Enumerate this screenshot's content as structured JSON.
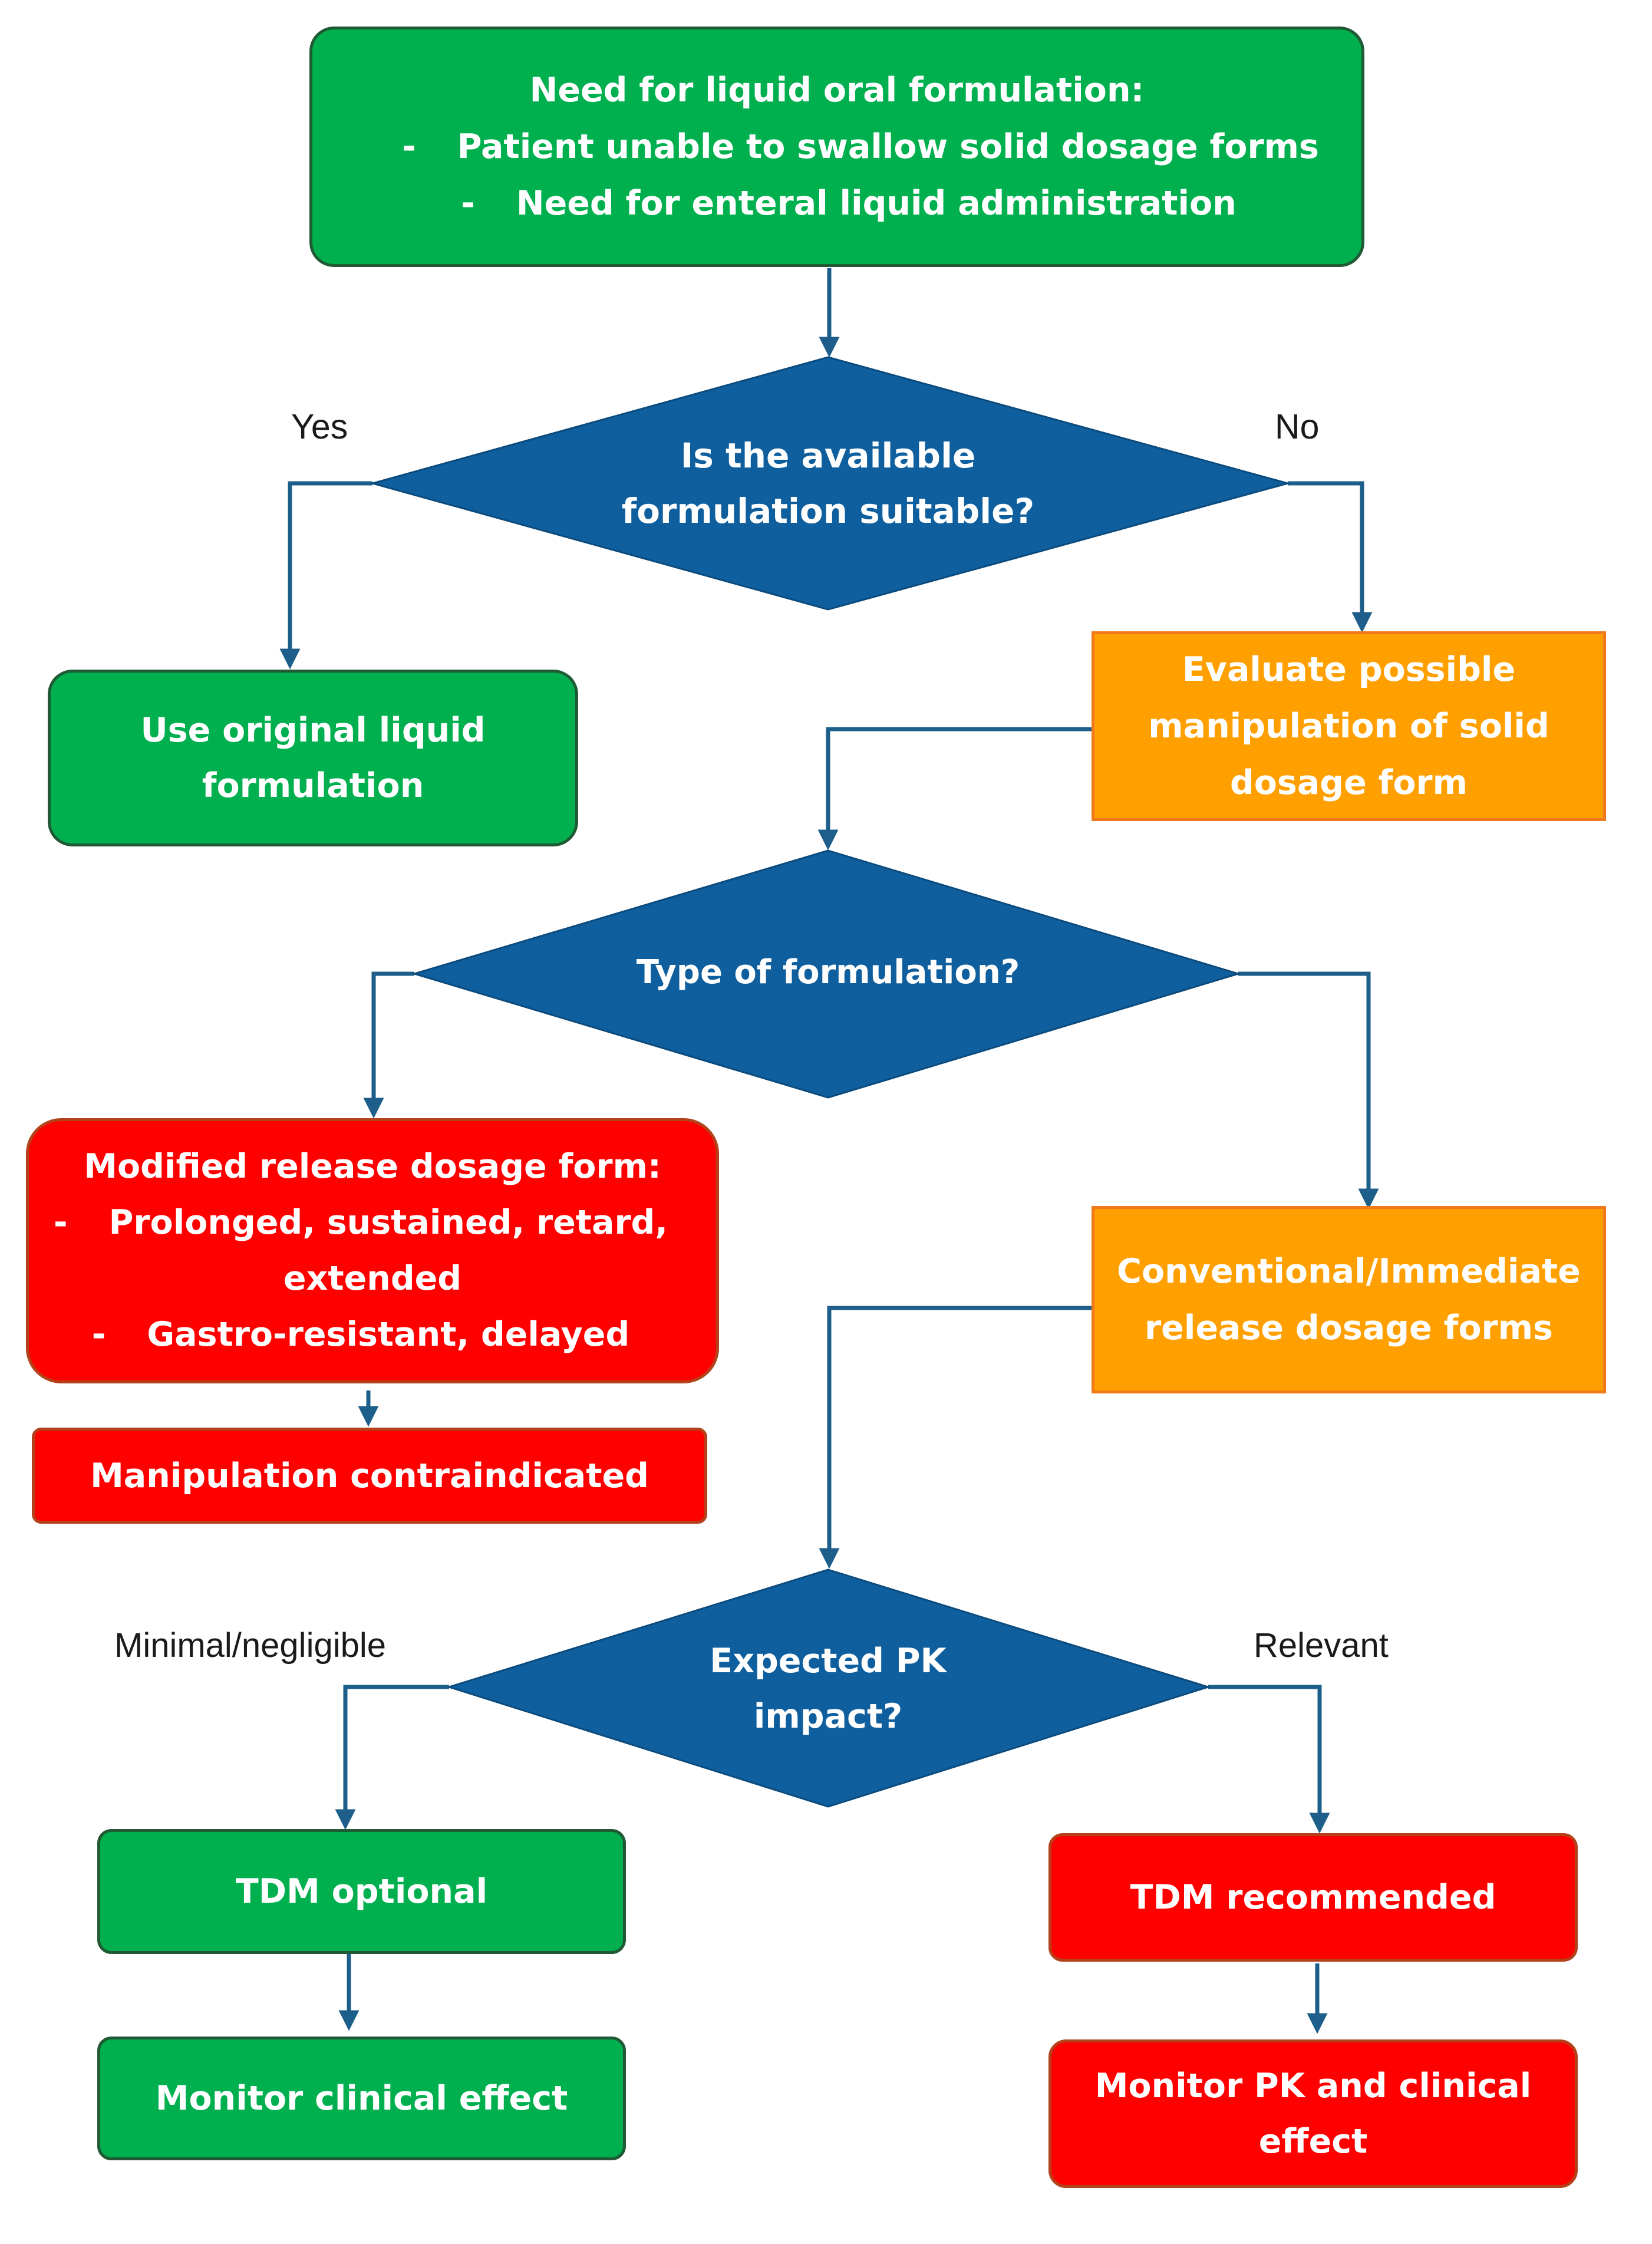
{
  "nodes": {
    "start": {
      "title": "Need for liquid oral formulation:",
      "items": [
        "Patient unable to swallow solid dosage forms",
        "Need for enteral liquid administration"
      ]
    },
    "q1": {
      "lines": [
        "Is the available",
        "formulation suitable?"
      ]
    },
    "use_original": {
      "lines": [
        "Use original liquid",
        "formulation"
      ]
    },
    "evaluate": {
      "lines": [
        "Evaluate possible",
        "manipulation of solid",
        "dosage form"
      ]
    },
    "q2": {
      "lines": [
        "Type of formulation?"
      ]
    },
    "modified": {
      "title": "Modified release dosage form:",
      "items": [
        "Prolonged, sustained, retard,",
        "extended",
        "Gastro-resistant, delayed"
      ]
    },
    "contraindicated": {
      "lines": [
        "Manipulation contraindicated"
      ]
    },
    "conventional": {
      "lines": [
        "Conventional/Immediate",
        "release dosage forms"
      ]
    },
    "q3": {
      "lines": [
        "Expected PK",
        "impact?"
      ]
    },
    "tdm_optional": {
      "lines": [
        "TDM optional"
      ]
    },
    "monitor_clinical": {
      "lines": [
        "Monitor clinical effect"
      ]
    },
    "tdm_recommended": {
      "lines": [
        "TDM recommended"
      ]
    },
    "monitor_pk": {
      "lines": [
        "Monitor PK and clinical",
        "effect"
      ]
    }
  },
  "edge_labels": {
    "q1_yes": "Yes",
    "q1_no": "No",
    "q3_low": "Minimal/negligible",
    "q3_high": "Relevant"
  },
  "list_marker": "-",
  "colors": {
    "green": "#00b04f",
    "red": "#ff0000",
    "orange": "#ffa000",
    "diamond_blue": "#0f5f9e",
    "arrow": "#1d5f8a"
  }
}
